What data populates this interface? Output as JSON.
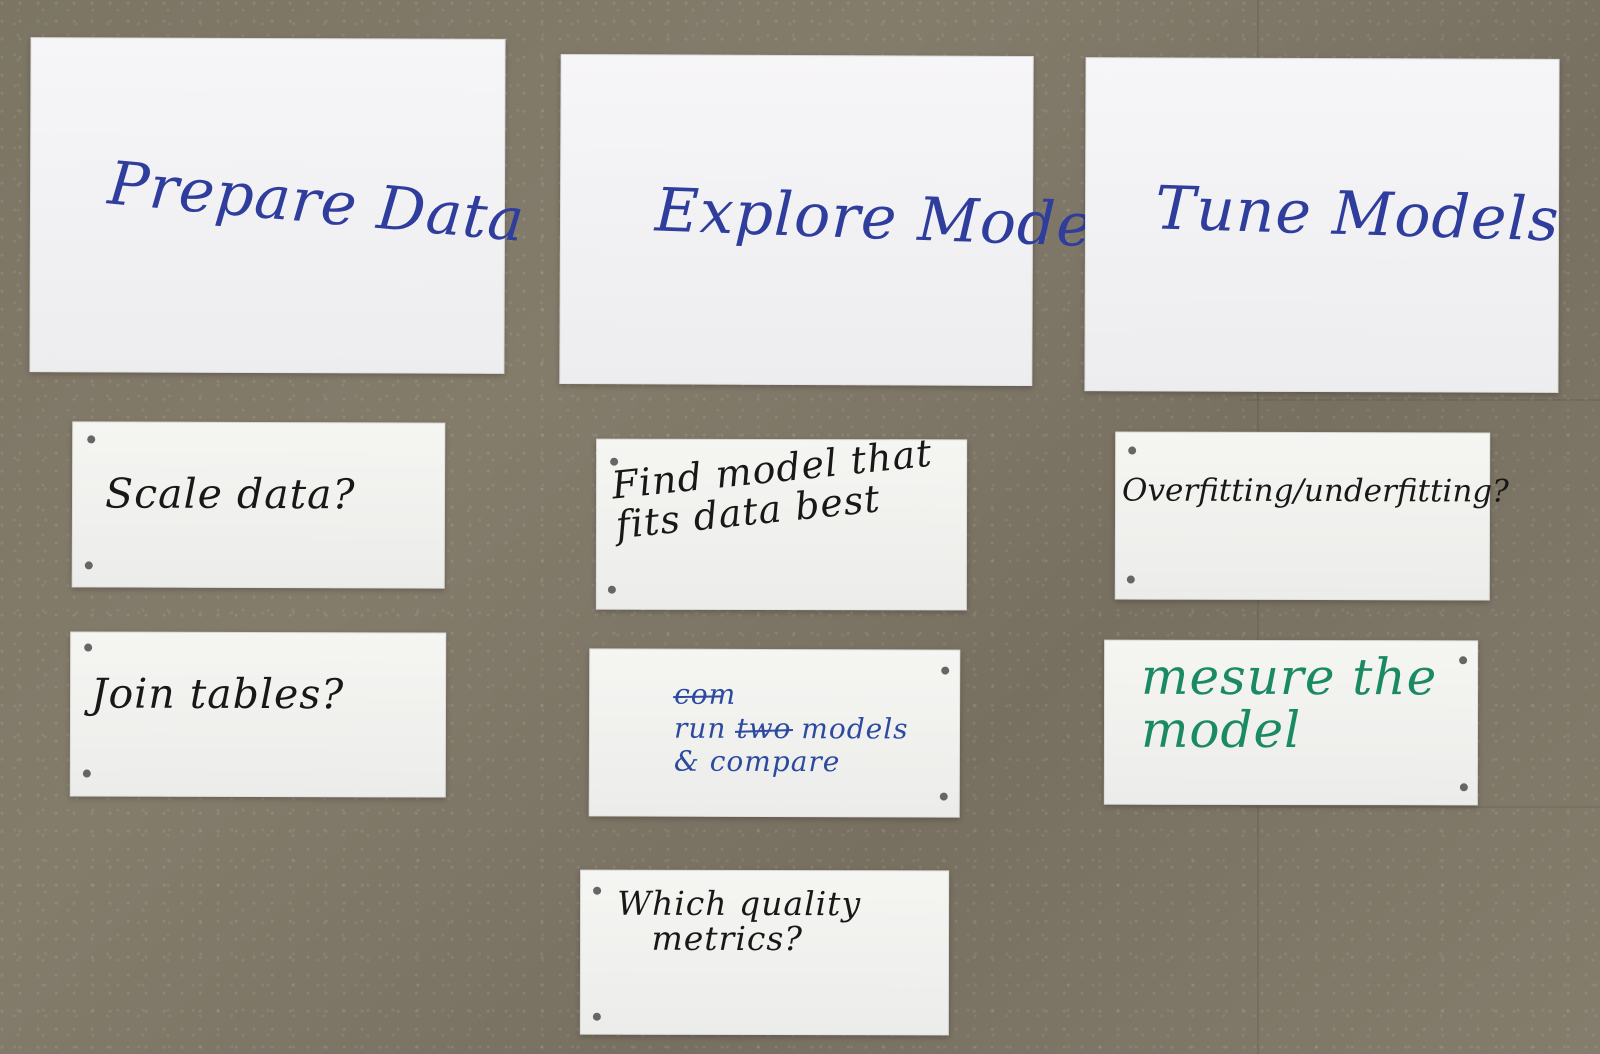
{
  "cards": {
    "prepare_title": "Prepare Data",
    "explore_title": "Explore Models",
    "tune_title": "Tune Models",
    "scale_data": "Scale data?",
    "join_tables": "Join tables?",
    "find_model": "Find model that\nfits data best",
    "run_models": "com\nrun two models\n& compare",
    "overfitting": "Overfitting/underfitting?",
    "measure_model": "mesure the\nmodel",
    "quality_metrics": "Which quality\n   metrics?"
  },
  "colors": {
    "title_blue": "#2f3d9d",
    "note_black": "#181818",
    "note_blue": "#2b4aa0",
    "note_green": "#1a8a64"
  }
}
